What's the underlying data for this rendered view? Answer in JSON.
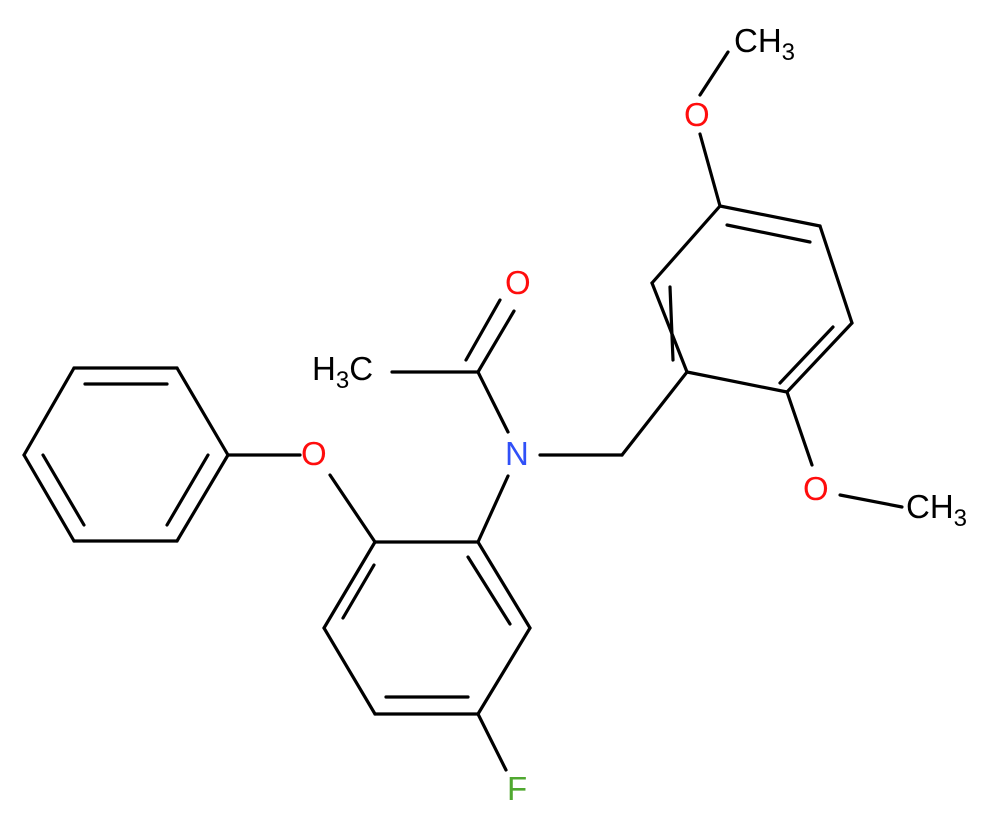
{
  "colors": {
    "bond": "#000000",
    "oxygen": "#ff0d0d",
    "nitrogen": "#3050f8",
    "fluorine": "#50a830",
    "carbon": "#000000"
  },
  "labels": {
    "o_top": "O",
    "o_carbonyl": "O",
    "o_phenoxy": "O",
    "o_right": "O",
    "n_amide": "N",
    "f": "F",
    "ch3_top_main": "CH",
    "ch3_top_sub": "3",
    "ch3_right_main": "CH",
    "ch3_right_sub": "3",
    "h3c_h": "H",
    "h3c_sub": "3",
    "h3c_c": "C"
  }
}
